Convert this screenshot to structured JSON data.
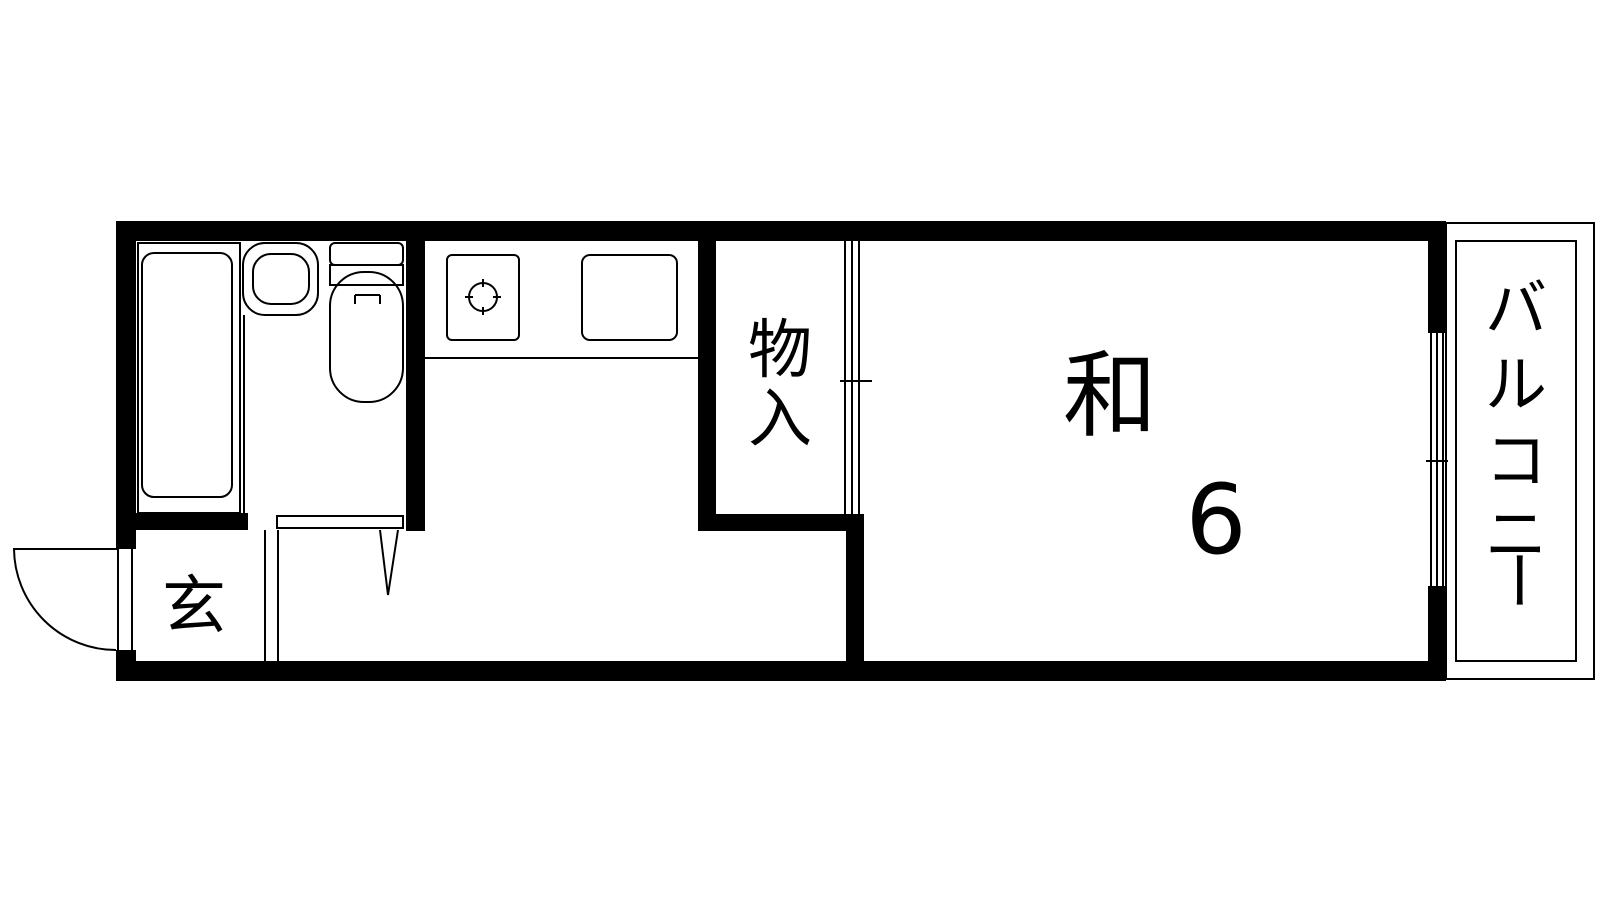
{
  "floor_plan": {
    "rooms": {
      "japanese_room": {
        "label": "和",
        "size_jo": "6"
      },
      "storage": {
        "label_line1": "物",
        "label_line2": "入"
      },
      "entrance": {
        "label": "玄"
      },
      "balcony": {
        "label_chars": [
          "バ",
          "ル",
          "コ",
          "ニ",
          "ー"
        ]
      }
    }
  }
}
